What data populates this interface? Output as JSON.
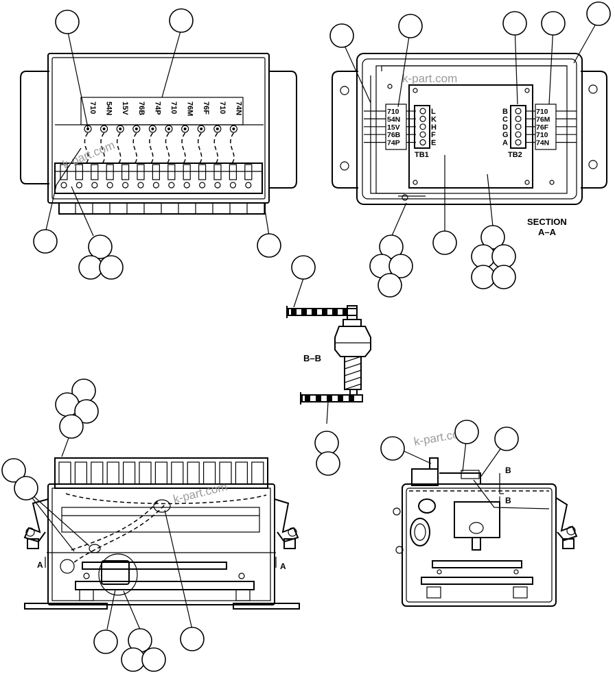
{
  "watermark": "k-part.com",
  "top_left_terminals": [
    "710",
    "54N",
    "15V",
    "76B",
    "74P",
    "710",
    "76M",
    "76F",
    "710",
    "74N"
  ],
  "section_a": {
    "tb1_label": "TB1",
    "tb2_label": "TB2",
    "tb1_wires": [
      "710",
      "54N",
      "15V",
      "76B",
      "74P"
    ],
    "tb1_letters": [
      "L",
      "K",
      "H",
      "F",
      "E"
    ],
    "tb2_letters": [
      "B",
      "C",
      "D",
      "G",
      "A"
    ],
    "tb2_wires": [
      "710",
      "76M",
      "76F",
      "710",
      "74N"
    ],
    "title_line1": "SECTION",
    "title_line2": "A–A"
  },
  "section_b_label": "B–B",
  "front_view_marks": {
    "left": "A",
    "right": "A"
  },
  "side_view_marks": {
    "upper": "B",
    "lower": "B"
  }
}
